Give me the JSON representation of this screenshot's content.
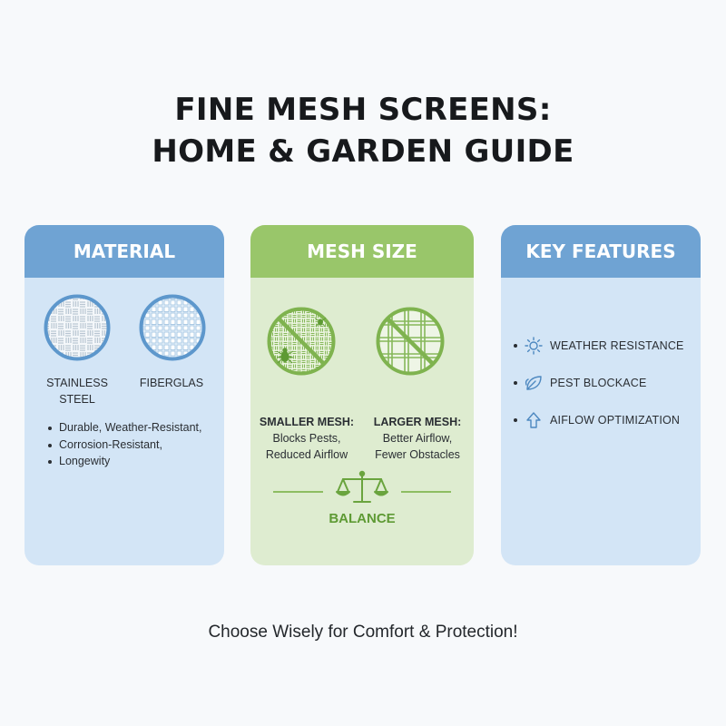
{
  "title": {
    "line1": "FINE MESH SCREENS:",
    "line2": "HOME & GARDEN GUIDE"
  },
  "colors": {
    "blue_header": "#6fa3d3",
    "blue_body": "#d3e5f6",
    "green_header": "#99c66a",
    "green_body": "#deecd0",
    "green_accent": "#5e9a34"
  },
  "material": {
    "header": "MATERIAL",
    "options": [
      {
        "icon": "stainless-weave-icon",
        "label_line1": "STAINLESS",
        "label_line2": "STEEL"
      },
      {
        "icon": "fiberglass-weave-icon",
        "label_line1": "FIBERGLAS"
      }
    ],
    "bullets": [
      "Durable, Weather-Resistant,",
      "Corrosion-Resistant,",
      "Longewity"
    ]
  },
  "mesh_size": {
    "header": "MESH SIZE",
    "smaller": {
      "icon": "smaller-mesh-no-bugs-icon",
      "title": "SMALLER MESH:",
      "line1": "Blocks Pests,",
      "line2": "Reduced Airflow"
    },
    "larger": {
      "icon": "larger-mesh-icon",
      "title": "LARGER MESH:",
      "line1": "Better Airflow,",
      "line2": "Fewer Obstacles"
    },
    "balance_icon": "scales-icon",
    "balance_label": "BALANCE"
  },
  "key_features": {
    "header": "KEY FEATURES",
    "items": [
      {
        "icon": "sun-icon",
        "label": "WEATHER RESISTANCE"
      },
      {
        "icon": "leaf-icon",
        "label": "PEST BLOCKACE"
      },
      {
        "icon": "arrow-up-icon",
        "label": "AIFLOW OPTIMIZATION"
      }
    ]
  },
  "footer": "Choose Wisely for Comfort & Protection!"
}
